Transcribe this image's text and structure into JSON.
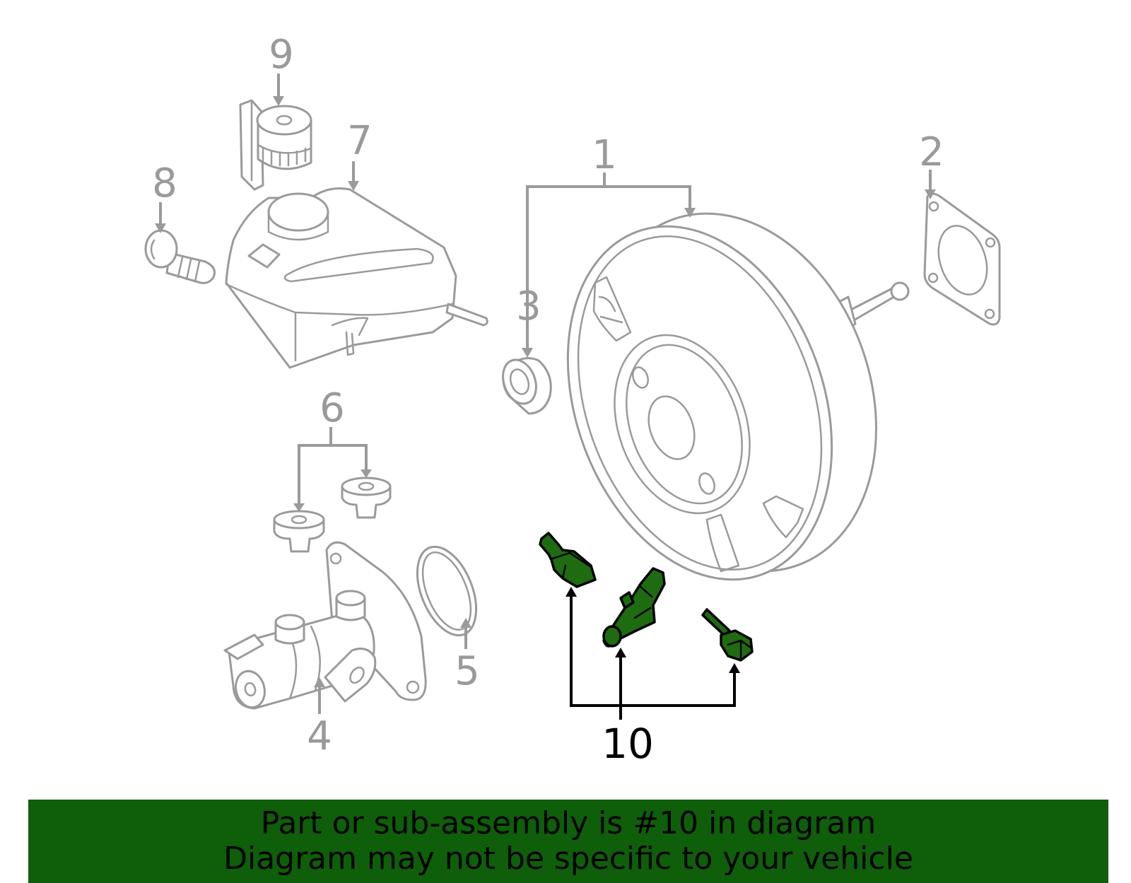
{
  "diagram": {
    "callouts": {
      "c1": "1",
      "c2": "2",
      "c3": "3",
      "c4": "4",
      "c5": "5",
      "c6": "6",
      "c7": "7",
      "c8": "8",
      "c9": "9",
      "c10": "10"
    },
    "highlighted_part": "10",
    "colors": {
      "line_art": "#9a9a9a",
      "highlight_fill": "#1f6b12",
      "highlight_outline": "#000000",
      "banner_background": "#0f5e0a"
    }
  },
  "banner": {
    "line1": "Part or sub-assembly is #10 in diagram",
    "line2": "Diagram may not be specific to your vehicle"
  }
}
